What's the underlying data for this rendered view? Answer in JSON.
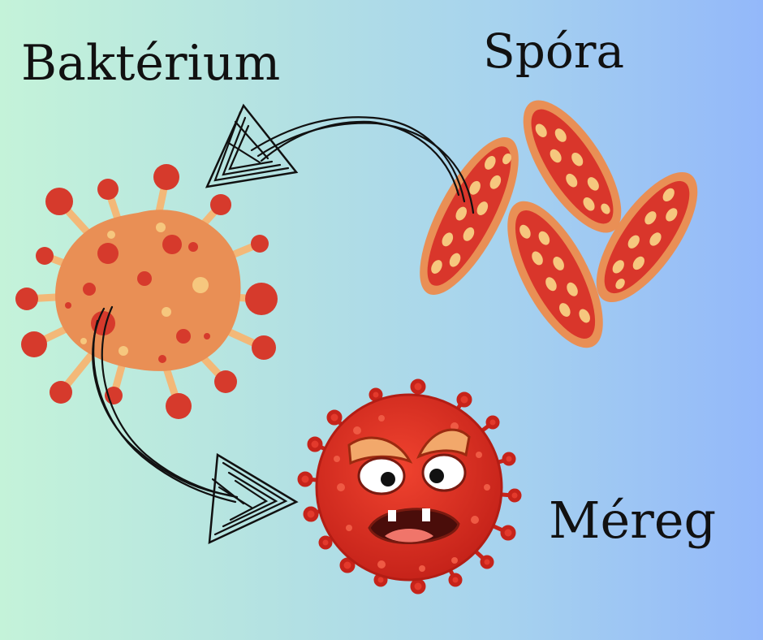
{
  "labels": {
    "bacterium": "Baktérium",
    "spore": "Spóra",
    "toxin": "Méreg"
  },
  "colors": {
    "background_left": "#c4f3d9",
    "background_right": "#93b8fa",
    "bacterium_body": "#e98f55",
    "bacterium_dots": "#d63a2c",
    "spore_outer": "#e98f55",
    "spore_inner": "#d9362b",
    "spore_dots": "#f6c77e",
    "virus_body": "#d82e20",
    "arrow": "#111111"
  },
  "icons": {
    "bacterium": "bacterium-icon",
    "spores": "spore-cluster-icon",
    "toxin": "angry-virus-icon"
  }
}
